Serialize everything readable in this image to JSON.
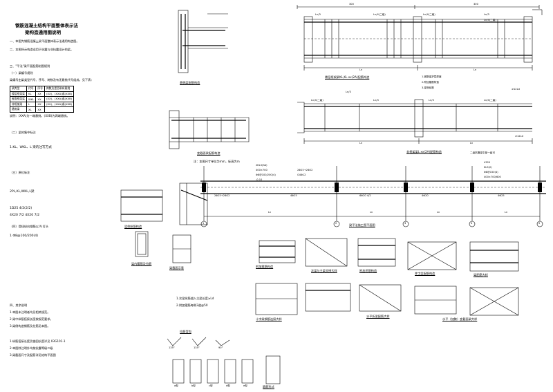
{
  "notes": {
    "title": "钢筋混凝土结构平面整体表示法",
    "subtitle": "梁构造通用图说明",
    "lines": [
      "一、本图为钢筋混凝土梁平面整体表示法通用构造图。",
      "二、本图所示构造适用于抗震与非抗震设计的梁。",
      "三、\"平法\"梁平面配筋制图规则",
      "（一）梁编号规则",
      "梁编号由梁类型代号、序号、跨数及有无悬挑代号组成，见下表：",
      "说明：(XXA)为一端悬挑，(XXB)为两端悬挑。",
      "（二）梁的集中标注",
      "1.KL、WKL、L 梁的注写方式",
      "（三）原位标注",
      "（四）受扭纵向钢筋以 N 打头",
      "四、其余说明",
      "1.本图未注明者均见相关规范。",
      "2.梁中纵筋搭接长度按规范要求。",
      "3.梁侧构造钢筋及拉筋见本图。"
    ],
    "code_table": {
      "headers": [
        "梁类型",
        "代号",
        "序号",
        "跨数及是否带有悬挑"
      ],
      "rows": [
        [
          "楼层框架梁",
          "KL",
          "XX",
          "(XX)、(XXA)或(XXB)"
        ],
        [
          "屋面框架梁",
          "WKL",
          "XX",
          "(XX)、(XXA)或(XXB)"
        ],
        [
          "非框架梁",
          "L",
          "XX",
          "(XX)、(XXA)或(XXB)"
        ],
        [
          "悬挑梁",
          "XL",
          "XX",
          ""
        ]
      ]
    },
    "formula_1": "1D25 4/2(2/2)",
    "formula_2": "4X20 7/2  4X20 7/2",
    "formula_3": "2PL,KL,WKL,L梁",
    "formula_4": "1 Φ8@100/200(4)",
    "footnote_1": "1.纵筋搭接长度及锚固长度详见 03G101-1",
    "footnote_2": "2.本图除注明外均按抗震等级二级",
    "footnote_3": "3.梁截面尺寸及配筋详见结构平面图"
  },
  "top_beam": {
    "dims": [
      "300",
      "300"
    ],
    "labels": [
      "Ln/3",
      "Ln/4(二级)",
      "Ln/4(二级)",
      "Ln/3",
      "Ln/4(二级)"
    ],
    "caption": "楼层框架梁KL,KL xx(2A)配筋构造",
    "notes_right": [
      "1.钢筋保护层厚度",
      "2.附加箍筋构造",
      "3.梁侧纵筋"
    ],
    "side_label": "≥12Ld",
    "span_labels": [
      "Ln",
      "Ln"
    ]
  },
  "mid_beam": {
    "labels": [
      "Ln/4(二级)",
      "Ln/3",
      "Ln/3",
      "Ln/4(二级)",
      "Ln/3"
    ],
    "caption": "非框架梁L xx(2A)配筋构造",
    "right_note": "二级抗震梁中部一级可",
    "span_labels": [
      "Ln",
      "Ln"
    ],
    "dim": "≥12Ld"
  },
  "plan": {
    "annotations": [
      "2KL3(3A)",
      "400×700",
      "Φ8@100/200(4)",
      "2Φ25+2Φ22",
      "G4Φ12",
      "-0.10"
    ],
    "right_annotations": [
      "4320",
      "KL5(2)",
      "Φ8@150(4)",
      "400×700/600"
    ],
    "seg_labels": [
      "2Φ25+2Φ22",
      "4Φ25",
      "6Φ20 4/2",
      "4Φ20",
      "4Φ25"
    ],
    "spans": [
      "Ln",
      "Ln",
      "Ln",
      "Ln"
    ],
    "axes": [
      "1",
      "2",
      "3",
      "4",
      "5"
    ],
    "caption": "梁平法施工图平面图"
  },
  "details": {
    "d1": "悬挑梁配筋构造",
    "d2": "变截面梁配筋构造",
    "d3": "梁侧纵筋构造",
    "d4": "梁内腰筋及拉筋",
    "d5": "附加箍筋构造",
    "d6": "附加吊筋构造",
    "d7": "井字梁配筋构造",
    "d8": "次梁与主梁交接大样",
    "d9": "十字梁钢筋连接大样",
    "d10": "水平折梁配筋大样",
    "d11": "水平（加腋）变截面梁大样",
    "d12": "梁配筋大样",
    "d13": "拉筋弯钩",
    "d14": "箍筋形式",
    "d15": "梁截面示意",
    "hook_labels": [
      "135°",
      "135°",
      "90°"
    ],
    "stirrup_labels": [
      "a型",
      "b型",
      "c型",
      "d型",
      "e型"
    ]
  },
  "lower_notes": [
    "1.次梁纵筋锚入主梁长度≥Ld",
    "2.附加箍筋每侧3道@50"
  ],
  "mid_note": "注：本图尺寸单位为mm，标高为m"
}
